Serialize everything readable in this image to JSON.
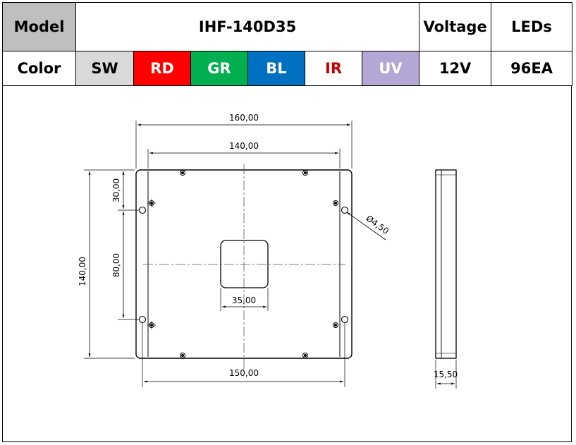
{
  "header": {
    "model_label": "Model",
    "model_value": "IHF-140D35",
    "voltage_label": "Voltage",
    "leds_label": "LEDs",
    "color_label": "Color",
    "colors": [
      {
        "code": "SW",
        "bg": "#d9d9d9",
        "fg": "#000000"
      },
      {
        "code": "RD",
        "bg": "#ff0000",
        "fg": "#ffffff"
      },
      {
        "code": "GR",
        "bg": "#00b050",
        "fg": "#ffffff"
      },
      {
        "code": "BL",
        "bg": "#0070c0",
        "fg": "#ffffff"
      },
      {
        "code": "IR",
        "bg": "#ffffff",
        "fg": "#c00000"
      },
      {
        "code": "UV",
        "bg": "#b4a7d6",
        "fg": "#ffffff"
      }
    ],
    "voltage_value": "12V",
    "leds_value": "96EA"
  },
  "drawing": {
    "dim_overall_width": "160,00",
    "dim_inner_width": "140,00",
    "dim_bottom_width": "150,00",
    "dim_overall_height": "140,00",
    "dim_top_offset": "30,00",
    "dim_hole_spacing": "80,00",
    "dim_window_width": "35,00",
    "dim_hole_diameter": "Ø4,50",
    "dim_thickness": "15,50"
  }
}
